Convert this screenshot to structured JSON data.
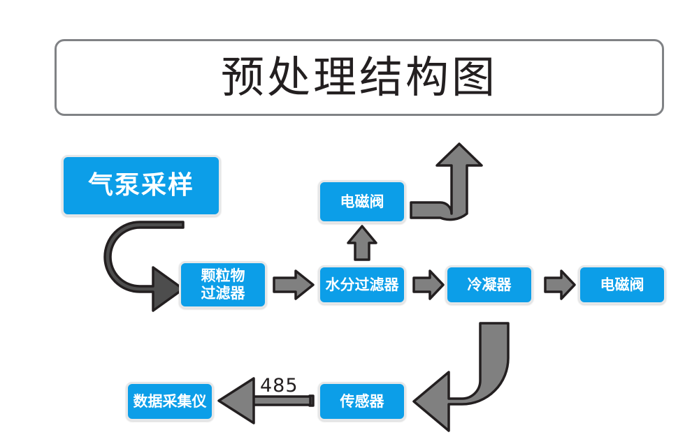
{
  "page": {
    "title": "预处理结构图",
    "background_color": "#ffffff",
    "node_color": "#0c9ee8",
    "node_text_color": "#ffffff",
    "arrow_color_light": "#808080",
    "arrow_color_dark": "#4d4d4d",
    "title_border_color": "#808285"
  },
  "diagram": {
    "type": "flowchart",
    "nodes": [
      {
        "id": "pump",
        "label": "气泵采样"
      },
      {
        "id": "part",
        "label": "颗粒物\n过滤器"
      },
      {
        "id": "valve1",
        "label": "电磁阀"
      },
      {
        "id": "water",
        "label": "水分过滤器"
      },
      {
        "id": "cond",
        "label": "冷凝器"
      },
      {
        "id": "valve2",
        "label": "电磁阀"
      },
      {
        "id": "daq",
        "label": "数据采集仪"
      },
      {
        "id": "sensor",
        "label": "传感器"
      }
    ],
    "edges": [
      {
        "from": "pump",
        "to": "part",
        "label": "",
        "style": "u-turn-dark"
      },
      {
        "from": "part",
        "to": "water",
        "label": "",
        "style": "block-right"
      },
      {
        "from": "water",
        "to": "valve1",
        "label": "",
        "style": "block-up"
      },
      {
        "from": "valve1",
        "to": "exhaust",
        "label": "",
        "style": "elbow-up"
      },
      {
        "from": "water",
        "to": "cond",
        "label": "",
        "style": "block-right"
      },
      {
        "from": "cond",
        "to": "valve2",
        "label": "",
        "style": "block-right"
      },
      {
        "from": "valve2",
        "to": "sensor",
        "label": "",
        "style": "elbow-down-left"
      },
      {
        "from": "sensor",
        "to": "daq",
        "label": "485",
        "style": "thin-left"
      }
    ],
    "edge_labels": {
      "sensor_to_daq": "485"
    }
  }
}
